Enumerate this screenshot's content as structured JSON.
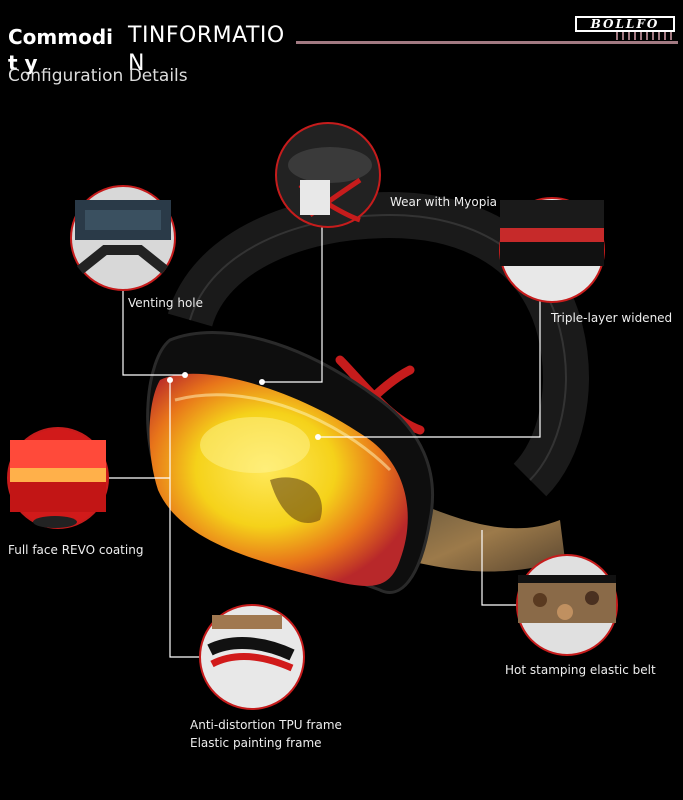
{
  "header": {
    "commodity": "Commodit y",
    "information": "TINFORMATIO N",
    "subtitle": "Configuration Details",
    "logo": "BOLLFO"
  },
  "callouts": {
    "myopia": "Wear with Myopia",
    "venting": "Venting hole",
    "triple": "Triple-layer widened",
    "revo": "Full face REVO coating",
    "belt": "Hot stamping elastic belt",
    "frame_line1": "Anti-distortion TPU frame",
    "frame_line2": "Elastic painting frame"
  },
  "colors": {
    "accent_red": "#c61c1c",
    "lens_yellow": "#f5d21a",
    "lens_orange": "#e8751a",
    "header_line": "#a27a82"
  }
}
